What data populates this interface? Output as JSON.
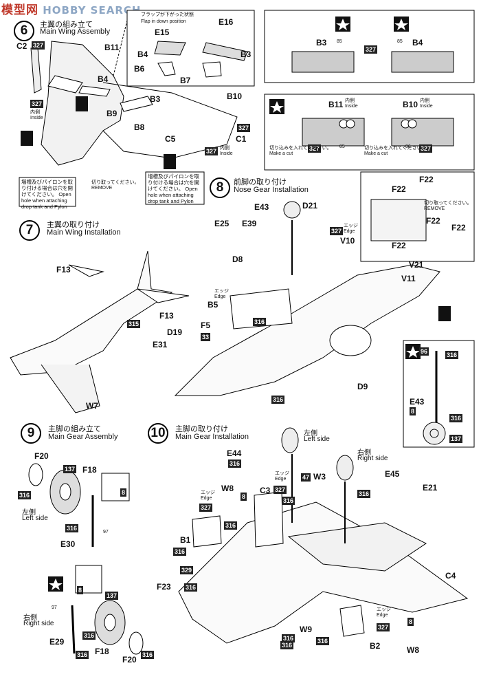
{
  "watermark": {
    "cn": "模型网",
    "en": "HOBBY SEARCH"
  },
  "steps": {
    "s6": {
      "num": "6",
      "jp": "主翼の組み立て",
      "en": "Main Wing Assembly"
    },
    "s7": {
      "num": "7",
      "jp": "主翼の取り付け",
      "en": "Main Wing Installation"
    },
    "s8": {
      "num": "8",
      "jp": "前脚の取り付け",
      "en": "Nose Gear Installation"
    },
    "s9": {
      "num": "9",
      "jp": "主脚の組み立て",
      "en": "Main Gear Assembly"
    },
    "s10": {
      "num": "10",
      "jp": "主脚の取り付け",
      "en": "Main Gear Installation"
    }
  },
  "flap": {
    "jp": "フラップが下がった状態",
    "en": "Flap in down position"
  },
  "inside": {
    "jp": "内側",
    "en": "Inside"
  },
  "edge": {
    "jp": "エッジ",
    "en": "Edge"
  },
  "left_side": {
    "jp": "左側",
    "en": "Left side"
  },
  "right_side": {
    "jp": "右側",
    "en": "Right side"
  },
  "cut": {
    "jp": "切り込みを入れてください。",
    "en": "Make a cut"
  },
  "remove": {
    "jp": "切り取ってください。",
    "en": "REMOVE"
  },
  "drop_tank": {
    "jp": "増槽及びパイロンを取り付ける場合は穴を開けてください。",
    "en": "Open hole when attaching drop tank and Pylon"
  },
  "colors": {
    "c327": "327",
    "c316": "316",
    "c315": "315",
    "c329": "329",
    "c33": "33",
    "c8": "8",
    "c137": "137",
    "c47": "47",
    "c85": "85",
    "c86": "86",
    "c96": "96",
    "c97": "97"
  },
  "parts": {
    "C2": "C2",
    "B11": "B11",
    "B4": "B4",
    "B9": "B9",
    "B8": "B8",
    "B3": "B3",
    "B10": "B10",
    "C5": "C5",
    "C1": "C1",
    "E15": "E15",
    "E16": "E16",
    "B6": "B6",
    "B7": "B7",
    "F22": "F22",
    "V21": "V21",
    "V11": "V11",
    "E43": "E43",
    "D21": "D21",
    "E25": "E25",
    "E39": "E39",
    "V10": "V10",
    "D8": "D8",
    "B5": "B5",
    "F5": "F5",
    "D19": "D19",
    "E31": "E31",
    "F13": "F13",
    "W7": "W7",
    "D9": "D9",
    "F20": "F20",
    "F18": "F18",
    "E30": "E30",
    "E29": "E29",
    "E44": "E44",
    "W3": "W3",
    "E45": "E45",
    "E21": "E21",
    "W8": "W8",
    "C3": "C3",
    "B1": "B1",
    "F23": "F23",
    "C4": "C4",
    "W9": "W9",
    "B2": "B2"
  },
  "icons": [
    "star-icon",
    "drill-icon",
    "cut-remove-icon"
  ]
}
